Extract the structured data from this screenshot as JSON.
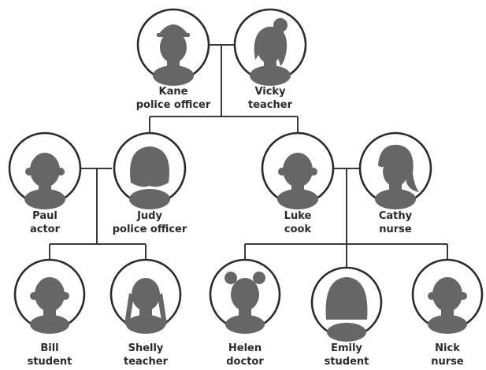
{
  "people": {
    "kane": {
      "name": "Kane",
      "job": "police officer",
      "hair": "hat"
    },
    "vicky": {
      "name": "Vicky",
      "job": "teacher",
      "hair": "bun"
    },
    "paul": {
      "name": "Paul",
      "job": "actor",
      "hair": "short"
    },
    "judy": {
      "name": "Judy",
      "job": "police officer",
      "hair": "bob"
    },
    "luke": {
      "name": "Luke",
      "job": "cook",
      "hair": "short"
    },
    "cathy": {
      "name": "Cathy",
      "job": "nurse",
      "hair": "side"
    },
    "bill": {
      "name": "Bill",
      "job": "student",
      "hair": "short"
    },
    "shelly": {
      "name": "Shelly",
      "job": "teacher",
      "hair": "braids"
    },
    "helen": {
      "name": "Helen",
      "job": "doctor",
      "hair": "buns"
    },
    "emily": {
      "name": "Emily",
      "job": "student",
      "hair": "long"
    },
    "nick": {
      "name": "Nick",
      "job": "nurse",
      "hair": "short"
    }
  }
}
